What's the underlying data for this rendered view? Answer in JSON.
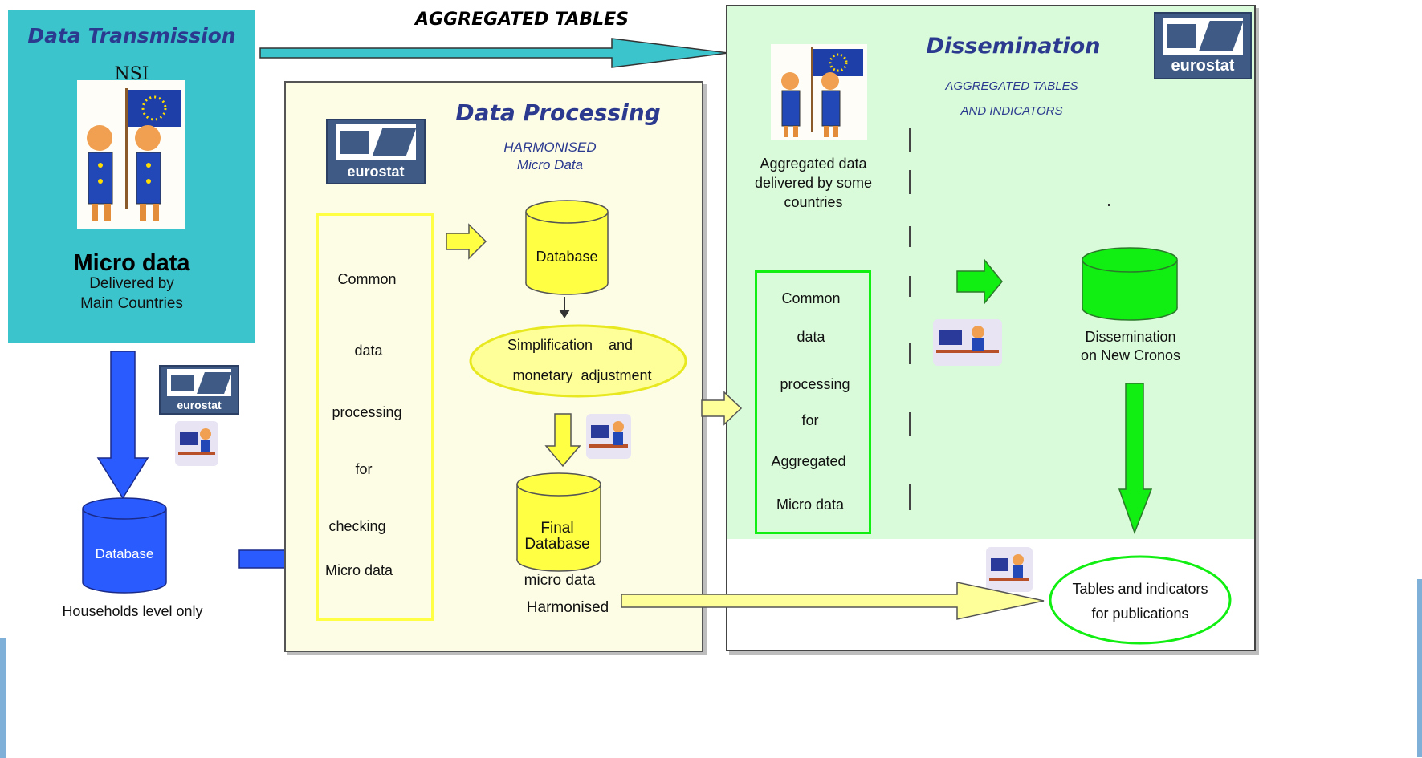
{
  "colors": {
    "nsi_panel": "#3bc4cc",
    "processing_panel": "#fdfde6",
    "dissemination_panel": "#d9fbd9",
    "yellow": "#ffff44",
    "green": "#11ee11",
    "blue": "#2a5bff"
  },
  "top_arrow": {
    "label": "AGGREGATED TABLES"
  },
  "nsi": {
    "title": "Data Transmission",
    "org": "NSI",
    "micro_title": "Micro data",
    "micro_line1": "Delivered by",
    "micro_line2": "Main Countries",
    "db_label": "Database",
    "db_caption": "Households level only"
  },
  "logos": {
    "word": "eurostat"
  },
  "processing": {
    "title": "Data Processing",
    "subtitle1": "HARMONISED",
    "subtitle2": "Micro Data",
    "box_lines": [
      "Common",
      "data",
      "processing",
      "for",
      "checking",
      "Micro data"
    ],
    "db1": "Database",
    "step_line1": "Simplification    and",
    "step_line2": "monetary  adjustment",
    "db2_line1": "Final",
    "db2_line2": "Database",
    "out_line1": "micro data",
    "out_line2": "Harmonised"
  },
  "dissemination": {
    "title": "Dissemination",
    "sub1": "AGGREGATED TABLES",
    "sub2": "AND INDICATORS",
    "agg_line1": "Aggregated data",
    "agg_line2": "delivered by some",
    "agg_line3": "countries",
    "box_lines": [
      "Common",
      "data",
      "processing",
      "for",
      "Aggregated",
      "Micro data"
    ],
    "db_line1": "Dissemination",
    "db_line2": "on New Cronos",
    "pub_line1": "Tables and indicators",
    "pub_line2": "for publications"
  }
}
